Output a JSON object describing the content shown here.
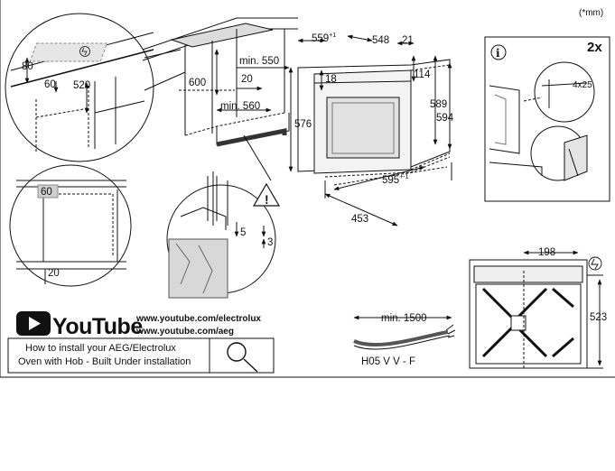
{
  "corner_note": "(*mm)",
  "dims": {
    "cab_80": "80",
    "cab_60": "60",
    "cab_520": "520",
    "mid_600": "600",
    "mid_min550": "min. 550",
    "mid_20": "20",
    "mid_min560": "min. 560",
    "oven_559": "559",
    "oven_559_sup": "+1",
    "oven_548": "548",
    "oven_21": "21",
    "oven_18": "18",
    "oven_114": "114",
    "oven_576": "576",
    "oven_589": "589",
    "oven_594": "594",
    "oven_595": "595",
    "oven_595_sup": "+-1",
    "oven_453": "453",
    "det_60": "60",
    "det_20": "20",
    "warn_5": "5",
    "warn_3": "3",
    "info_count": "2x",
    "info_screw": "4x25",
    "cable_min": "min. 1500",
    "cable_type": "H05 V V - F",
    "front_198": "198",
    "front_523": "523"
  },
  "youtube": {
    "word": "YouTube",
    "url1": "www.youtube.com/electrolux",
    "url2": "www.youtube.com/aeg",
    "line1": "How to install your AEG/Electrolux",
    "line2": "Oven with Hob - Built Under installation"
  },
  "icons": {
    "info": "info-icon",
    "warning": "warning-icon",
    "plug": "plug-icon",
    "search": "search-icon",
    "play": "play-icon"
  }
}
